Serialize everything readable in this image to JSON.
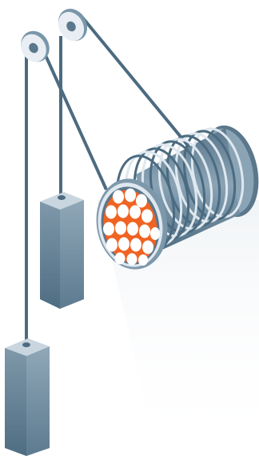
{
  "illustration": {
    "subject": "",
    "colors": {
      "steel_dark": "#4c6b80",
      "steel_mid": "#6f8ea2",
      "steel_light": "#a7bccb",
      "highlight": "#dfe8ef",
      "core_orange": "#f06322",
      "strand_white": "#ffffff"
    },
    "parts": {
      "pulleys": 2,
      "counterweights": 2,
      "cable_strands_visible": 19
    }
  }
}
